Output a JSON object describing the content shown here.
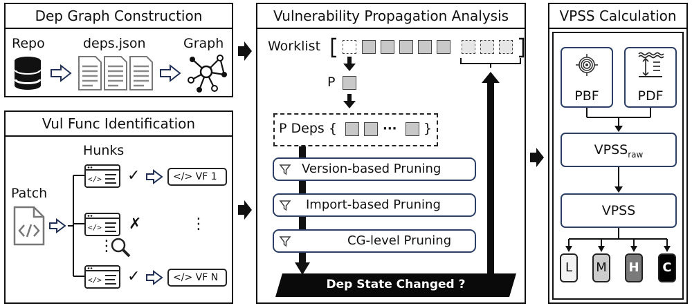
{
  "panels": {
    "dep_graph": {
      "title": "Dep Graph Construction",
      "repo_label": "Repo",
      "deps_label": "deps.json",
      "graph_label": "Graph"
    },
    "vul_func": {
      "title": "Vul Func Identification",
      "hunks_label": "Hunks",
      "patch_label": "Patch",
      "check_mark": "✓",
      "cross_mark": "✗",
      "vf_first": "</> VF 1",
      "vf_last": "</> VF N",
      "ellipsis": "⋮"
    },
    "propagation": {
      "title": "Vulnerability Propagation Analysis",
      "worklist_label": "Worklist",
      "p_label": "P",
      "p_deps_label": "P Deps {",
      "p_deps_close": "}",
      "dots": "···",
      "pruning_steps": [
        "Version-based Pruning",
        "Import-based Pruning",
        "CG-level Pruning"
      ],
      "decision": "Dep State Changed ?"
    },
    "vpss": {
      "title": "VPSS Calculation",
      "pbf_label": "PBF",
      "pdf_label": "PDF",
      "vpss_raw_main": "VPSS",
      "vpss_raw_sub": "raw",
      "vpss_label": "VPSS",
      "levels": [
        "L",
        "M",
        "H",
        "C"
      ]
    }
  },
  "colors": {
    "border": "#111111",
    "box_border": "#2a3e66",
    "arrow_fill": "#ffffff",
    "arrow_stroke": "#1f2f55",
    "level_fills": [
      "#f2f2f2",
      "#cccccc",
      "#7a7a7a",
      "#000000"
    ]
  }
}
